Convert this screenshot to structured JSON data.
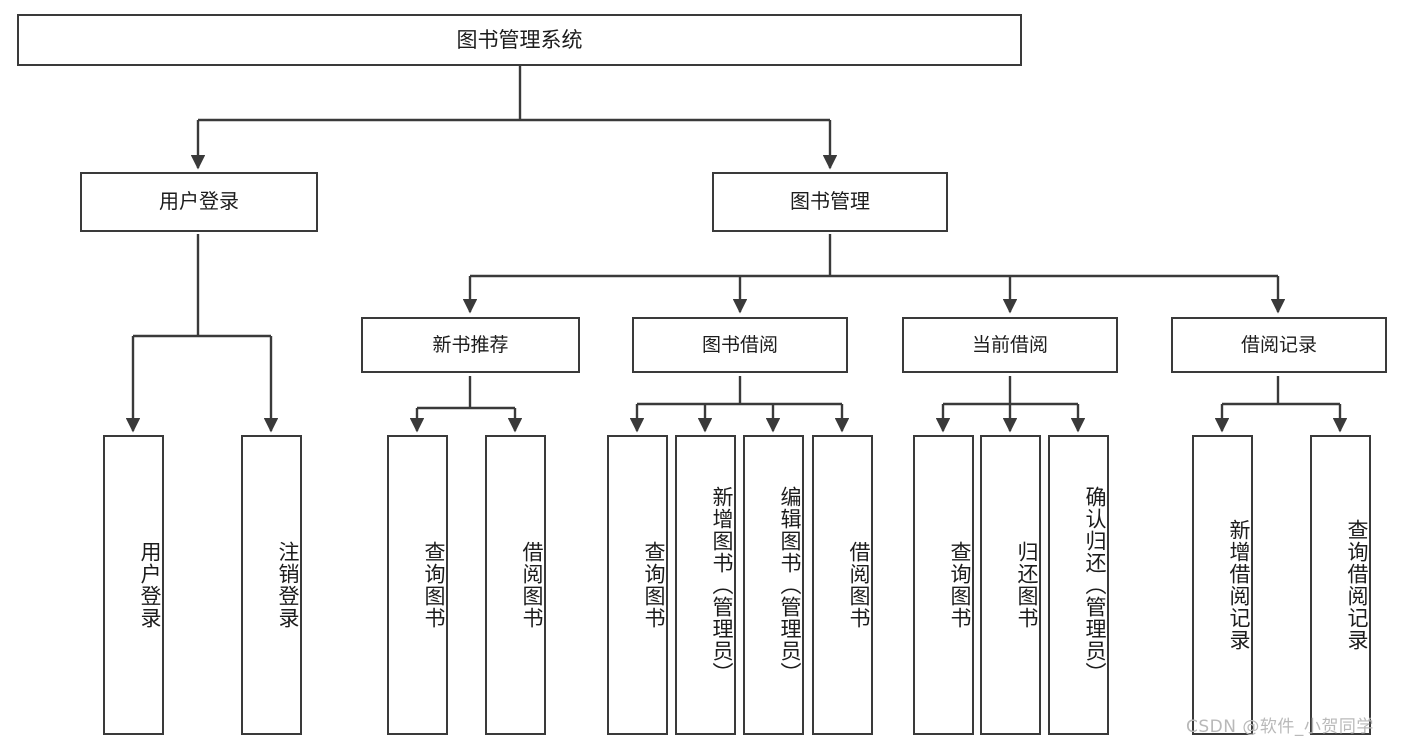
{
  "diagram": {
    "title": "图书管理系统",
    "type": "tree-hierarchy",
    "orientation": "top-down",
    "colors": {
      "node_border": "#3a3a3a",
      "node_fill": "#ffffff",
      "edge": "#3a3a3a",
      "text": "#1c1c1c",
      "watermark": "#b9b9b9",
      "background": "#ffffff"
    }
  },
  "root": {
    "label": "图书管理系统"
  },
  "level1": [
    {
      "label": "用户登录"
    },
    {
      "label": "图书管理"
    }
  ],
  "level2": [
    {
      "label": "新书推荐"
    },
    {
      "label": "图书借阅"
    },
    {
      "label": "当前借阅"
    },
    {
      "label": "借阅记录"
    }
  ],
  "leaves": {
    "user_login": [
      {
        "label": "用户登录"
      },
      {
        "label": "注销登录"
      }
    ],
    "new_book_recommend": [
      {
        "label": "查询图书"
      },
      {
        "label": "借阅图书"
      }
    ],
    "book_borrow": [
      {
        "label": "查询图书"
      },
      {
        "label": "新增图书（管理员）"
      },
      {
        "label": "编辑图书（管理员）"
      },
      {
        "label": "借阅图书"
      }
    ],
    "current_borrow": [
      {
        "label": "查询图书"
      },
      {
        "label": "归还图书"
      },
      {
        "label": "确认归还（管理员）"
      }
    ],
    "borrow_records": [
      {
        "label": "新增借阅记录"
      },
      {
        "label": "查询借阅记录"
      }
    ]
  },
  "watermark": {
    "text": "CSDN @软件_小贺同学"
  }
}
